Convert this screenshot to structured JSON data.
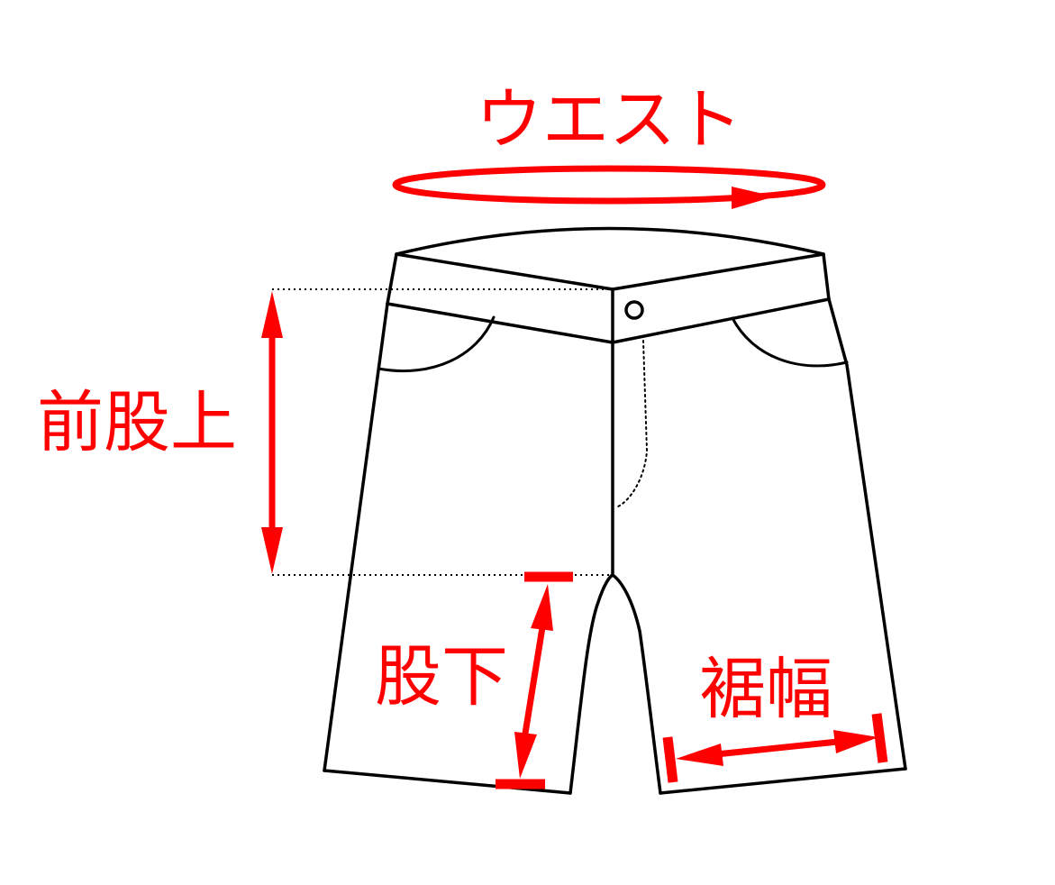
{
  "labels": {
    "waist": "ウエスト",
    "front_rise": "前股上",
    "inseam": "股下",
    "hem_width": "裾幅"
  },
  "colors": {
    "accent": "#ff0000",
    "outline": "#000000",
    "background": "#ffffff"
  }
}
